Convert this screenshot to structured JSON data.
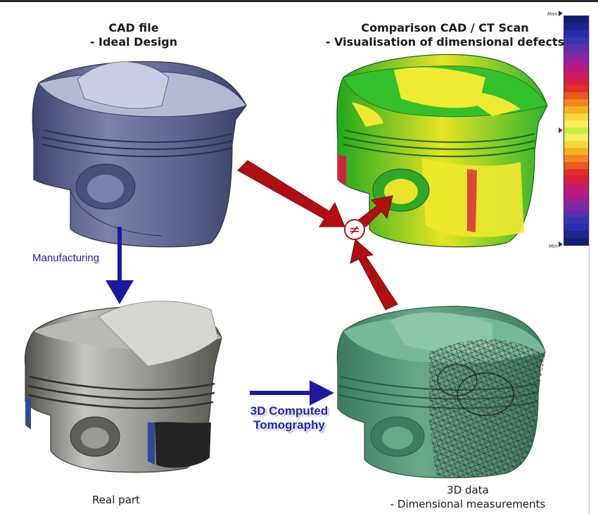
{
  "captions": {
    "cad_line1": "CAD file",
    "cad_line2": "- Ideal Design",
    "comparison_line1": "Comparison CAD / CT Scan",
    "comparison_line2": "- Visualisation of dimensional defects",
    "real_part": "Real part",
    "data_line1": "3D data",
    "data_line2": "- Dimensional measurements"
  },
  "arrows": {
    "manufacturing_label": "Manufacturing",
    "ct_label_line1": "3D Computed",
    "ct_label_line2": "Tomography",
    "not_equal_symbol": "≠"
  },
  "scale": {
    "max_label": "Max",
    "min_label": "Min",
    "colors": [
      "#141e7a",
      "#1a2590",
      "#232fa8",
      "#3a33b0",
      "#5a2fb0",
      "#7a28a8",
      "#9a2096",
      "#b81a80",
      "#cc1a62",
      "#d8203e",
      "#e0302a",
      "#ea5a22",
      "#f2861e",
      "#f8b020",
      "#fbd63a",
      "#f5ef5a",
      "#c8f040",
      "#f5ef5a",
      "#fbd63a",
      "#f8b020",
      "#f2861e",
      "#ea5a22",
      "#e0302a",
      "#d8203e",
      "#cc1a62",
      "#b81a80",
      "#9a2096",
      "#7a28a8",
      "#5a2fb0",
      "#3a33b0",
      "#232fa8",
      "#1a2590",
      "#141e7a"
    ]
  },
  "colors": {
    "blue_arrow": "#1c1aa0",
    "red_arrow": "#b01010",
    "cad_body": "#5f668f",
    "real_body": "#8f8f8c",
    "scan_body": "#4f8d74",
    "defect_green": "#22b422",
    "defect_yellow": "#f2ee2a"
  }
}
